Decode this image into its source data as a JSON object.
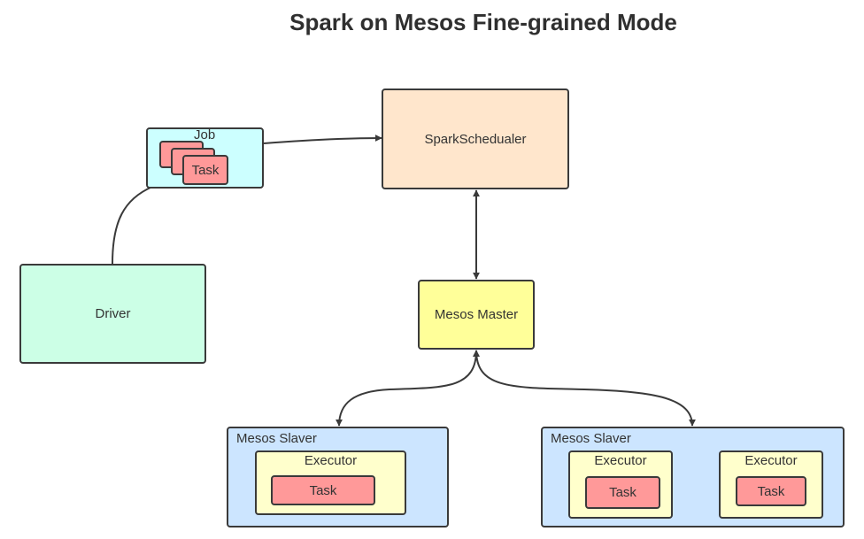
{
  "title": "Spark on Mesos Fine-grained Mode",
  "colors": {
    "job_fill": "#ccffff",
    "task_fill": "#ff9999",
    "scheduler_fill": "#ffe6cc",
    "driver_fill": "#ccffe6",
    "master_fill": "#ffff99",
    "slaver_fill": "#cce5ff",
    "executor_fill": "#ffffcc",
    "stroke": "#3a3a3a"
  },
  "nodes": {
    "job": {
      "label": "Job",
      "task_label": "Task"
    },
    "scheduler": {
      "label": "SparkSchedualer"
    },
    "driver": {
      "label": "Driver"
    },
    "master": {
      "label": "Mesos Master"
    },
    "slaver_left": {
      "label": "Mesos Slaver",
      "executor_label": "Executor",
      "task_label": "Task"
    },
    "slaver_right": {
      "label": "Mesos Slaver",
      "executors": [
        {
          "label": "Executor",
          "task_label": "Task"
        },
        {
          "label": "Executor",
          "task_label": "Task"
        }
      ]
    }
  }
}
